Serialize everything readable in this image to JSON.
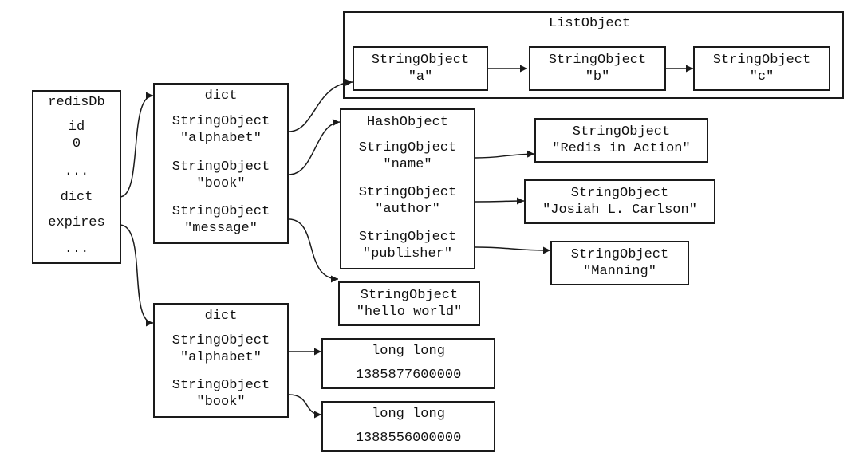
{
  "redisdb": {
    "title": "redisDb",
    "id_label": "id",
    "id_value": "0",
    "ellipsis_1": "...",
    "dict": "dict",
    "expires": "expires",
    "ellipsis_2": "..."
  },
  "dict_main": {
    "title": "dict",
    "keys": [
      {
        "type": "StringObject",
        "value": "\"alphabet\""
      },
      {
        "type": "StringObject",
        "value": "\"book\""
      },
      {
        "type": "StringObject",
        "value": "\"message\""
      }
    ]
  },
  "list_object": {
    "title": "ListObject",
    "items": [
      {
        "type": "StringObject",
        "value": "\"a\""
      },
      {
        "type": "StringObject",
        "value": "\"b\""
      },
      {
        "type": "StringObject",
        "value": "\"c\""
      }
    ]
  },
  "hash_object": {
    "title": "HashObject",
    "fields": [
      {
        "type": "StringObject",
        "value": "\"name\""
      },
      {
        "type": "StringObject",
        "value": "\"author\""
      },
      {
        "type": "StringObject",
        "value": "\"publisher\""
      }
    ],
    "values": [
      {
        "type": "StringObject",
        "value": "\"Redis in Action\""
      },
      {
        "type": "StringObject",
        "value": "\"Josiah L. Carlson\""
      },
      {
        "type": "StringObject",
        "value": "\"Manning\""
      }
    ]
  },
  "message_value": {
    "type": "StringObject",
    "value": "\"hello world\""
  },
  "dict_expires": {
    "title": "dict",
    "keys": [
      {
        "type": "StringObject",
        "value": "\"alphabet\""
      },
      {
        "type": "StringObject",
        "value": "\"book\""
      }
    ]
  },
  "expire_values": [
    {
      "type": "long long",
      "value": "1385877600000"
    },
    {
      "type": "long long",
      "value": "1388556000000"
    }
  ]
}
